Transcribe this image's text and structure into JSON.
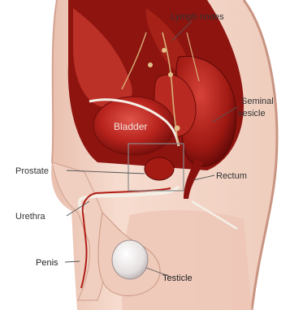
{
  "labels": {
    "lymph_nodes": "Lymph nodes",
    "seminal_vesicle_line1": "Seminal",
    "seminal_vesicle_line2": "vesicle",
    "bladder": "Bladder",
    "prostate": "Prostate",
    "rectum": "Rectum",
    "urethra": "Urethra",
    "penis": "Penis",
    "testicle": "Testicle"
  },
  "colors": {
    "skin": "#f2d2c4",
    "skin_shadow": "#d9a998",
    "organ_red": "#b5201c",
    "organ_dark": "#6e0d0b",
    "organ_light": "#d8453a",
    "highlight_box": "#8a8a8a"
  }
}
